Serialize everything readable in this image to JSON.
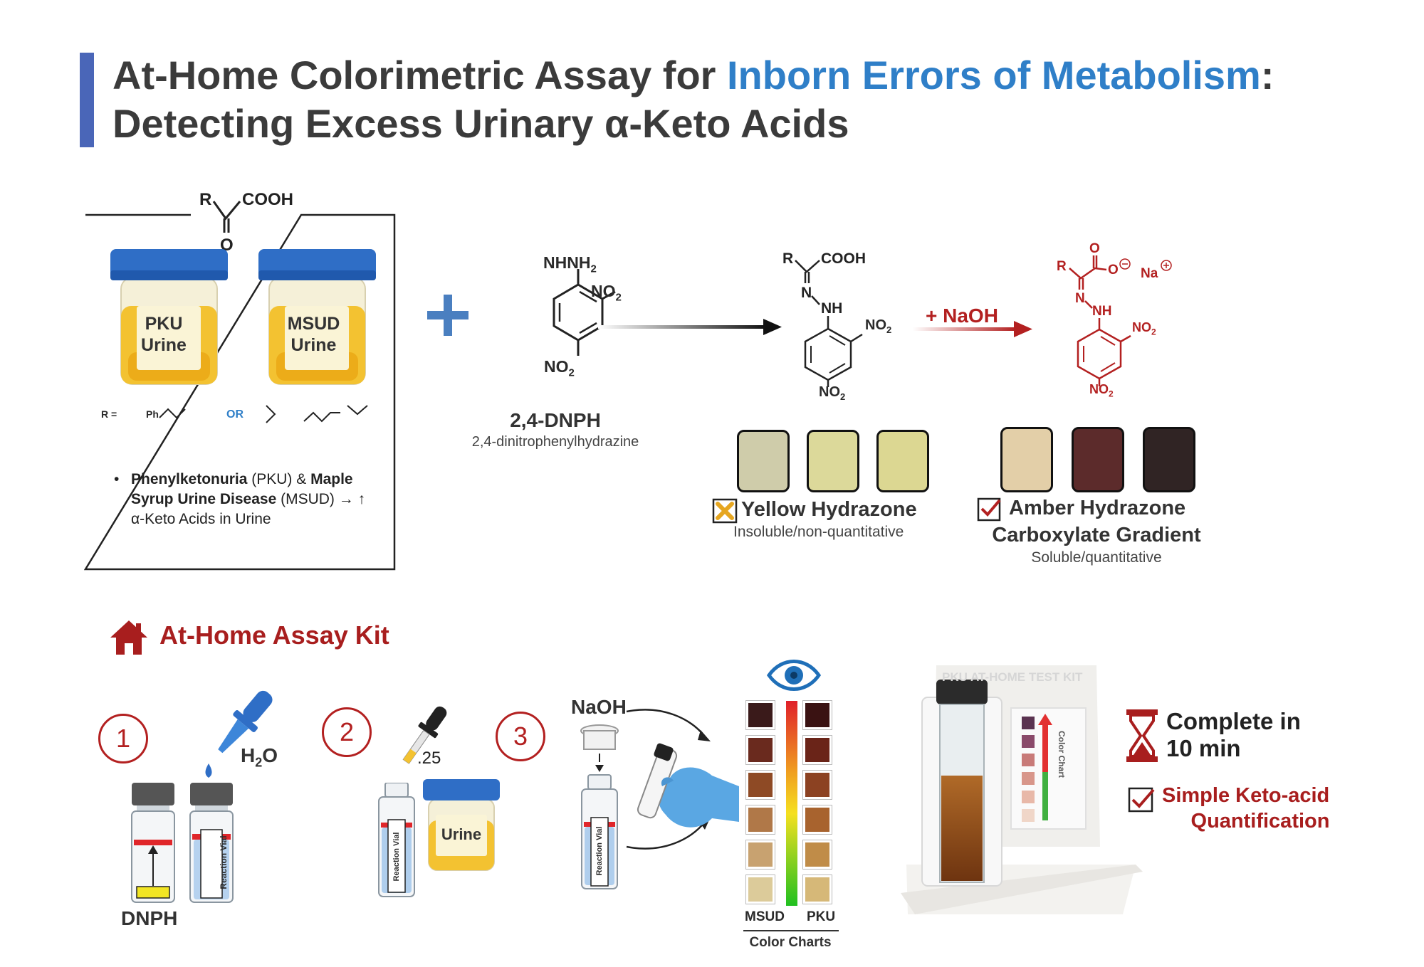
{
  "title": {
    "part1": "At-Home Colorimetric Assay for ",
    "highlight": "Inborn Errors of Metabolism",
    "part2": ": Detecting Excess Urinary α-Keto Acids"
  },
  "structure_top": {
    "r": "R",
    "cooh": "COOH",
    "o": "O"
  },
  "cups": {
    "pku": "PKU Urine",
    "msud": "MSUD Urine"
  },
  "r_groups": {
    "r_label": "R =",
    "ph": "Ph",
    "or": "OR"
  },
  "bullet": {
    "b1": "Phenylketonuria",
    "t1": " (PKU) & ",
    "b2": "Maple Syrup Urine Disease",
    "t2": " (MSUD) → ↑ α-Keto Acids in Urine"
  },
  "reagent": {
    "nhnh2": "NHNH",
    "nhnh2_sub": "2",
    "no2": "NO",
    "no2_sub": "2",
    "name": "2,4-DNPH",
    "fullname": "2,4-dinitrophenylhydrazine"
  },
  "hydrazone": {
    "r": "R",
    "cooh": "COOH",
    "n": "N",
    "nh": "NH",
    "no2": "NO",
    "sub": "2"
  },
  "naoh_arrow": "+ NaOH",
  "carboxylate": {
    "r": "R",
    "o": "O",
    "na": "Na",
    "n": "N",
    "nh": "NH",
    "no2": "NO",
    "sub": "2"
  },
  "swatches": {
    "yellow": [
      "#cfccaa",
      "#dcd99a",
      "#dcd792"
    ],
    "amber": [
      "#e3cfa8",
      "#5c2b2b",
      "#302424"
    ]
  },
  "yellow_label": {
    "title": "Yellow Hydrazone",
    "sub": "Insoluble/non-quantitative"
  },
  "amber_label": {
    "title1": "Amber Hydrazone",
    "title2": "Carboxylate Gradient",
    "sub": "Soluble/quantitative"
  },
  "kit": {
    "title": "At-Home Assay Kit"
  },
  "steps": {
    "s1": "1",
    "s2": "2",
    "s3": "3",
    "h2o": "H",
    "h2o_sub": "2",
    "h2o_end": "O",
    "dnph": "DNPH",
    "vial": "Reaction Vial",
    "dose": ".25",
    "urine": "Urine",
    "naoh": "NaOH"
  },
  "color_chart": {
    "msud": "MSUD",
    "pku": "PKU",
    "caption": "Color Charts",
    "msud_colors": [
      "#3a1a1a",
      "#6a2a1e",
      "#8e4a25",
      "#b07848",
      "#c8a270",
      "#dccb9a"
    ],
    "pku_colors": [
      "#3a1212",
      "#6a2418",
      "#8c4222",
      "#a8632e",
      "#c08c48",
      "#d6b878"
    ]
  },
  "photo": {
    "kit_text": "PKU AT-HOME TEST KIT",
    "chart_text": "Color Chart"
  },
  "complete": {
    "line1": "Complete in",
    "line2": "10 min"
  },
  "simple": {
    "line1": "Simple Keto-acid",
    "line2": "Quantification"
  },
  "accent_colors": {
    "title_blue": "#2f7fc8",
    "title_bar": "#4a66b8",
    "kit_red": "#b32020"
  }
}
